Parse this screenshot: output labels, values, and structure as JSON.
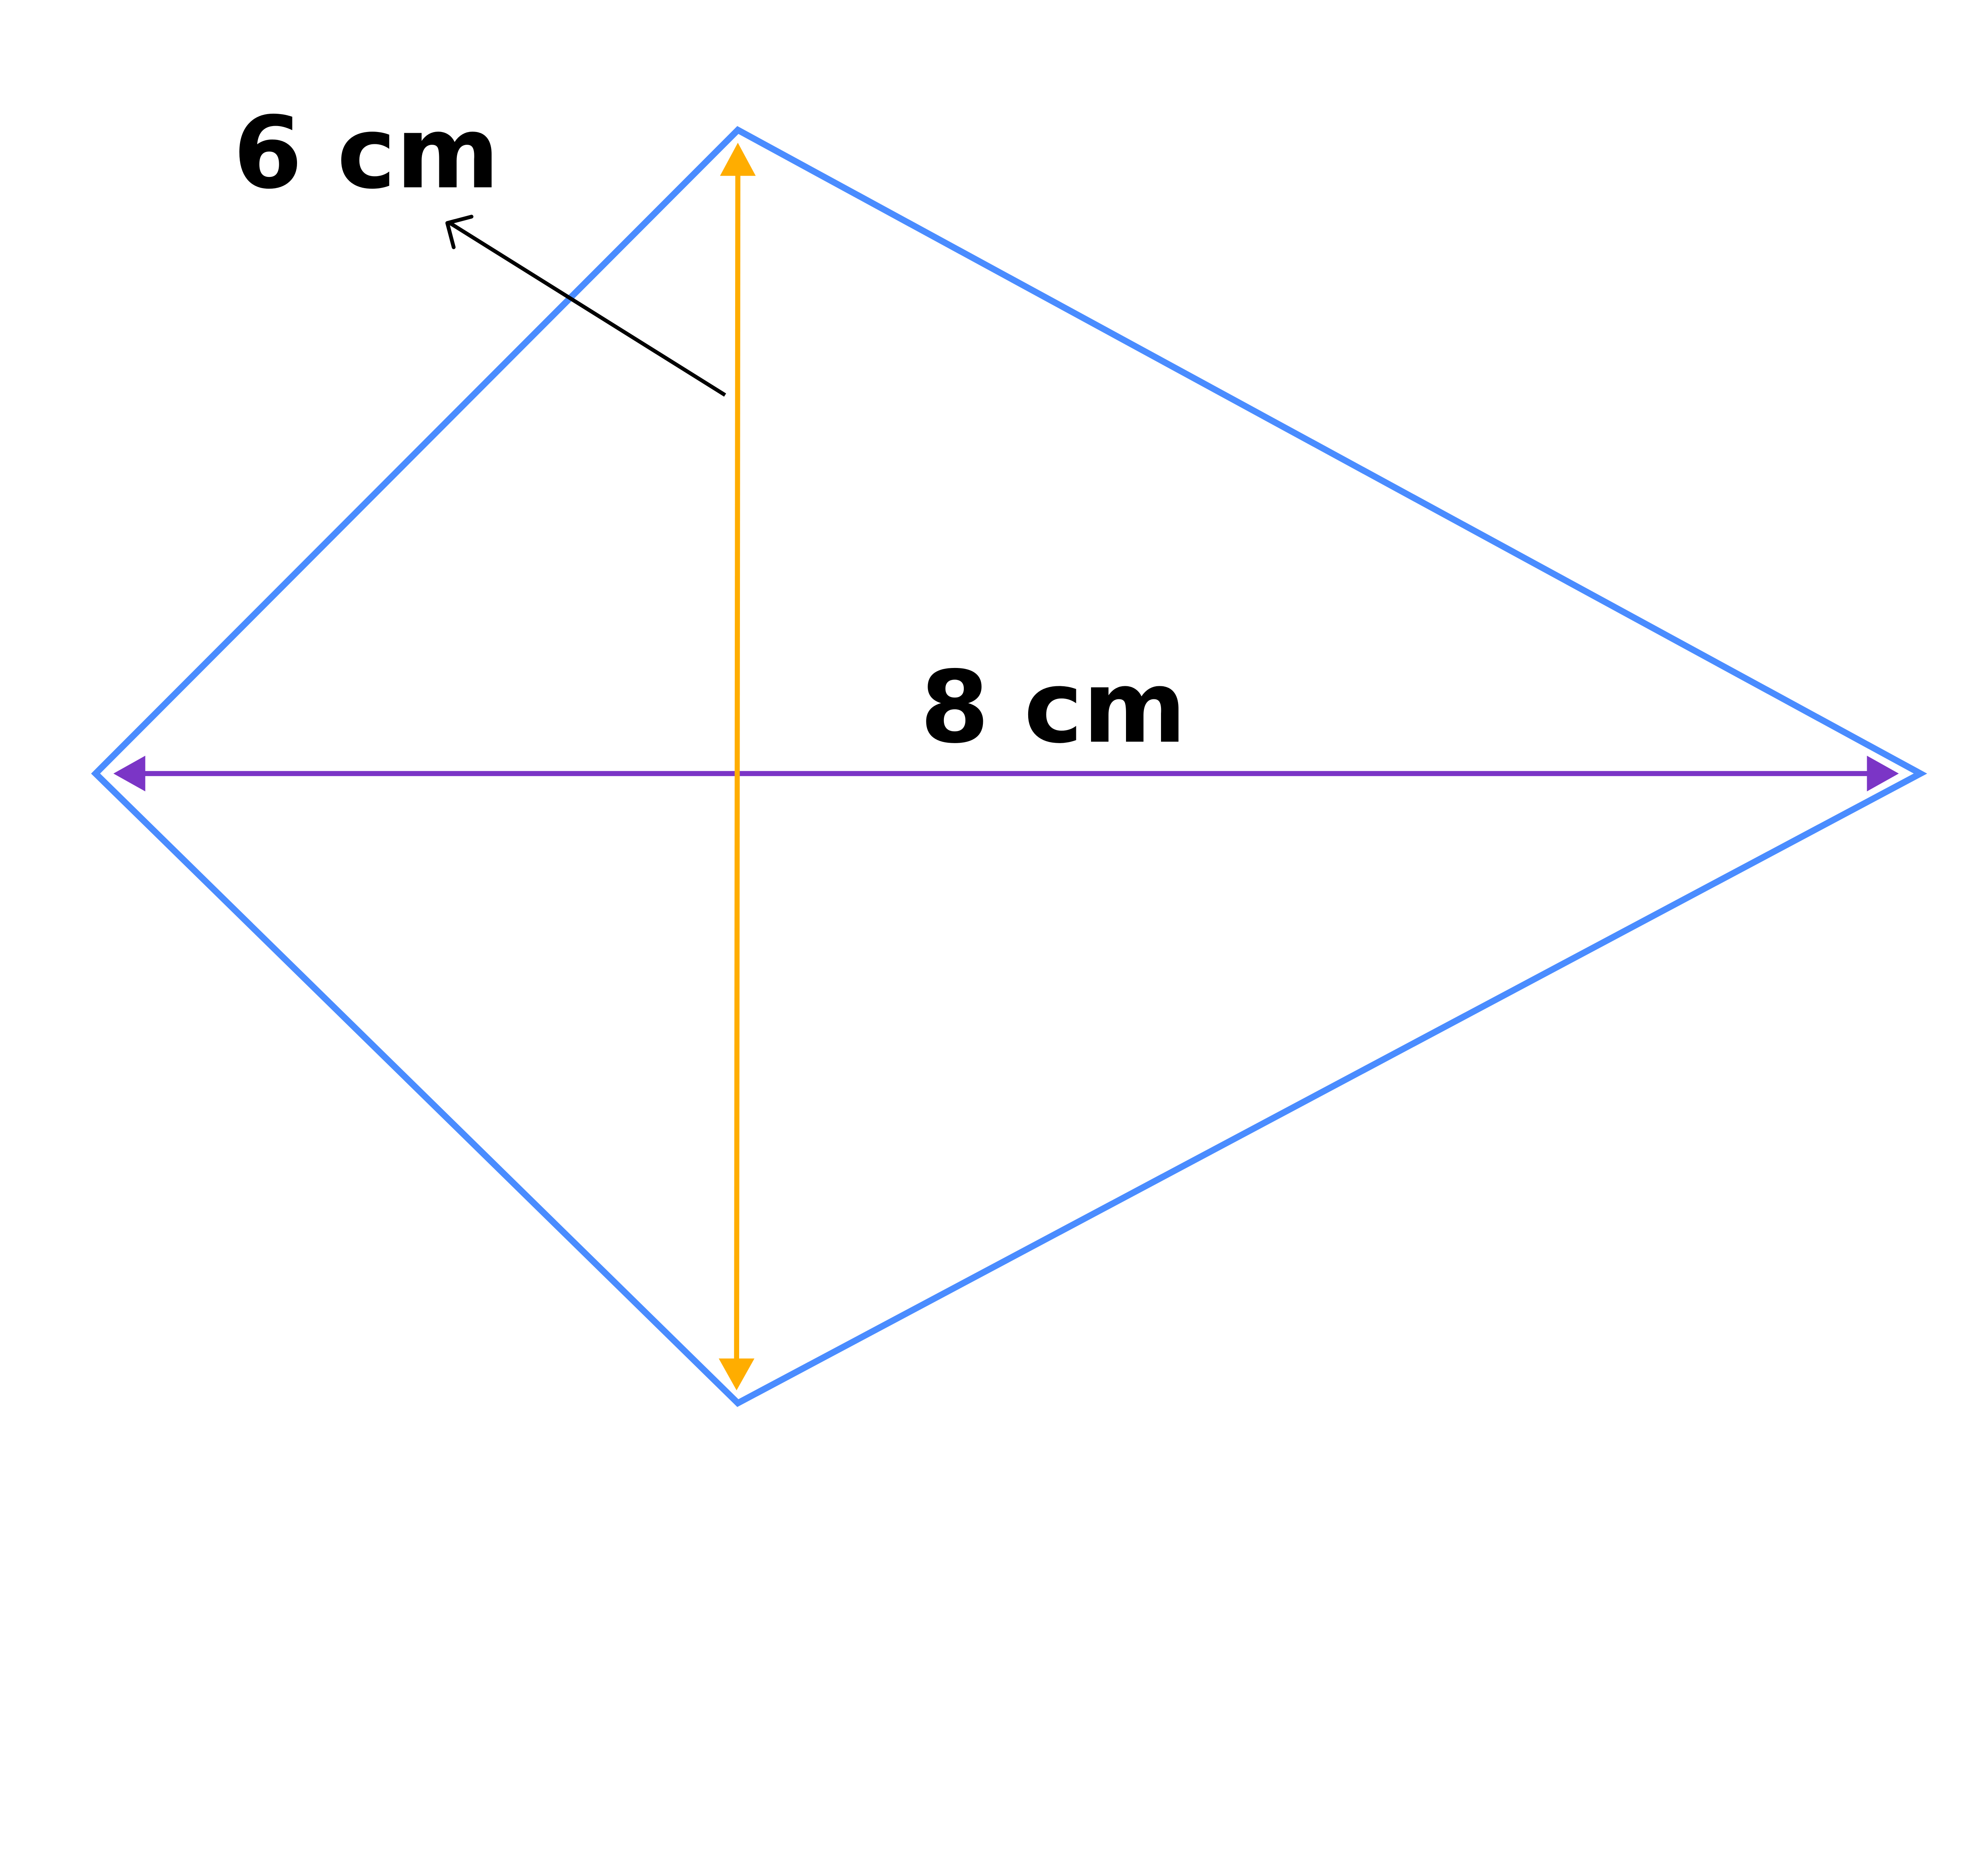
{
  "diagram": {
    "shape": "kite",
    "labels": {
      "vertical_diagonal": "6 cm",
      "horizontal_diagonal": "8 cm"
    },
    "colors": {
      "kite_outline": "#4a8cff",
      "vertical_diagonal": "#ffad00",
      "horizontal_diagonal": "#7b35c6",
      "pointer_arrow": "#000000"
    }
  }
}
